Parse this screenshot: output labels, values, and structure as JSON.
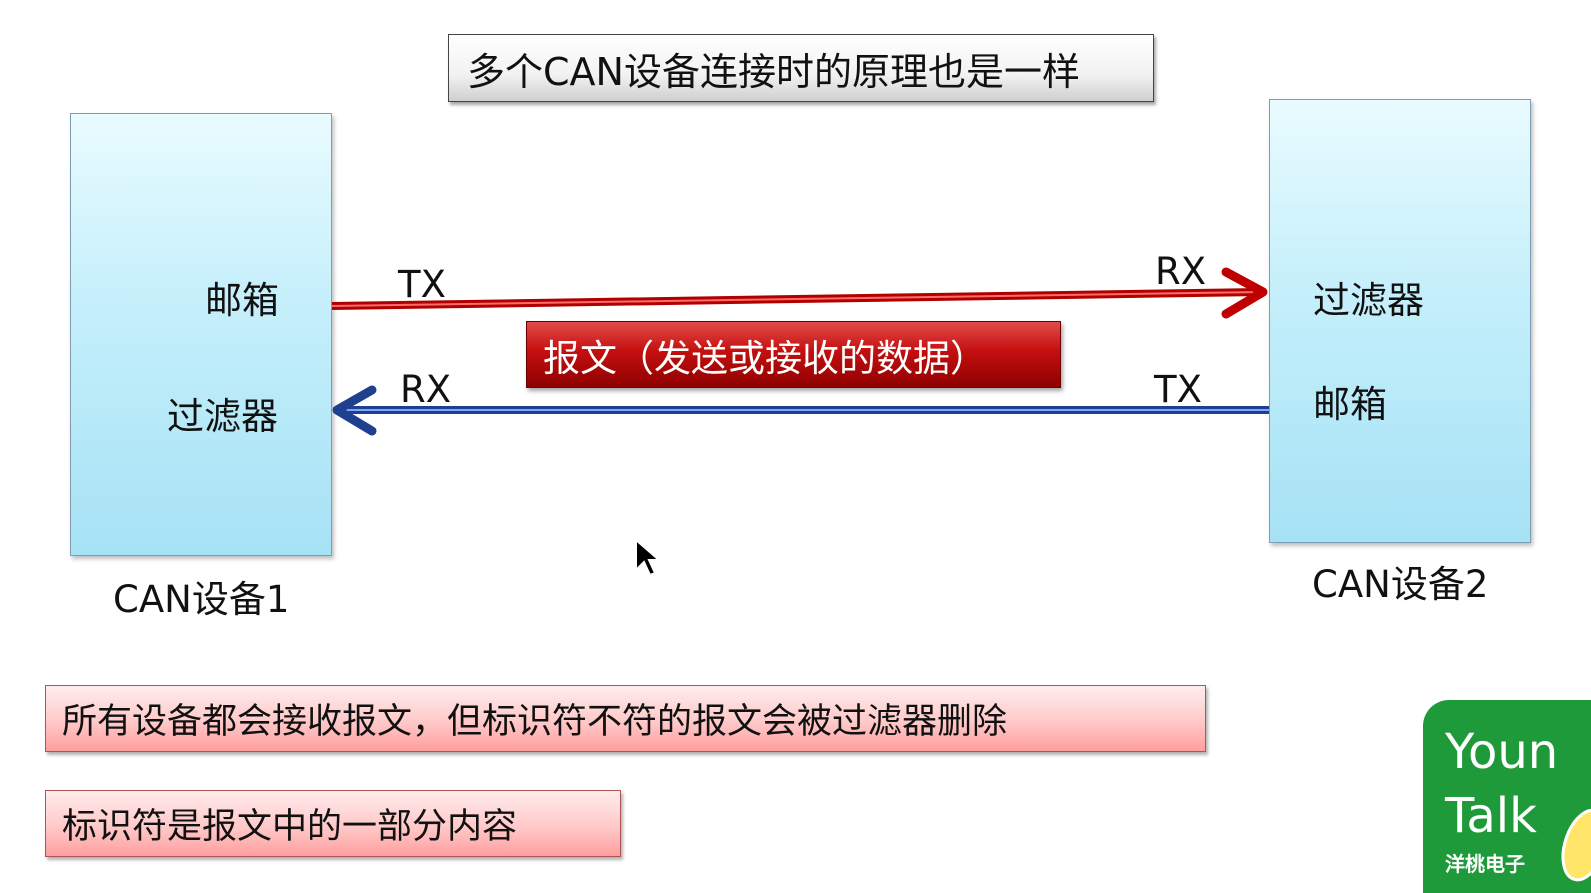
{
  "title": "多个CAN设备连接时的原理也是一样",
  "device1": {
    "name": "CAN设备1",
    "items": [
      "邮箱",
      "过滤器"
    ]
  },
  "device2": {
    "name": "CAN设备2",
    "items": [
      "过滤器",
      "邮箱"
    ]
  },
  "top_link": {
    "from_label": "TX",
    "to_label": "RX",
    "color": "#c00000"
  },
  "bottom_link": {
    "from_label": "TX",
    "to_label": "RX",
    "color": "#1f3f8f"
  },
  "message": "报文（发送或接收的数据）",
  "notes": [
    "所有设备都会接收报文，但标识符不符的报文会被过滤器删除",
    "标识符是报文中的一部分内容"
  ],
  "logo": {
    "line1": "Youn",
    "line2": "Talk",
    "sub": "洋桃电子",
    "color": "#1f9a3a"
  }
}
